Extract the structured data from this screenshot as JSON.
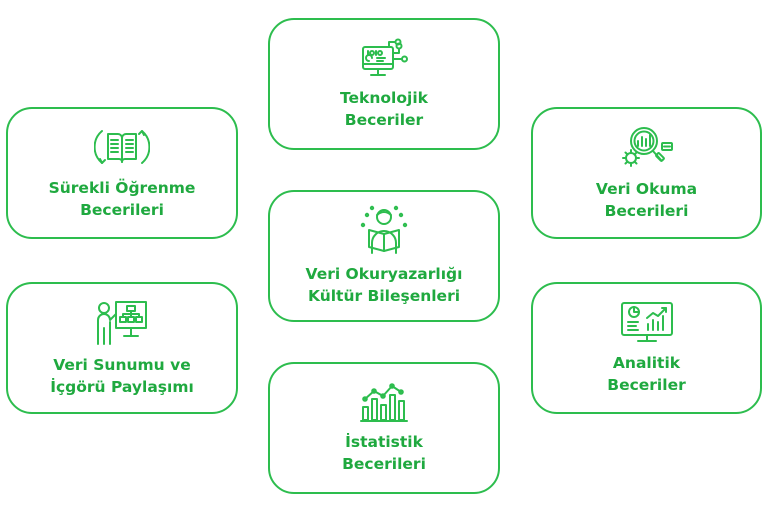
{
  "colors": {
    "accent": "#2dbd4e",
    "text": "#1fa93f"
  },
  "cards": {
    "teknolojik": {
      "icon": "computer-circuit-icon",
      "line1": "Teknolojik",
      "line2": "Beceriler"
    },
    "veri_okuma": {
      "icon": "magnifier-gear-chart-icon",
      "line1": "Veri Okuma",
      "line2": "Becerileri"
    },
    "ogrenme": {
      "icon": "open-book-icon",
      "line1": "Sürekli Öğrenme",
      "line2": "Becerileri"
    },
    "kultur": {
      "icon": "person-reading-icon",
      "line1": "Veri Okuryazarlığı",
      "line2": "Kültür Bileşenleri"
    },
    "sunum": {
      "icon": "presenter-board-icon",
      "line1": "Veri Sunumu ve",
      "line2": "İçgörü Paylaşımı"
    },
    "analitik": {
      "icon": "analytics-monitor-icon",
      "line1": "Analitik",
      "line2": "Beceriler"
    },
    "istatistik": {
      "icon": "bar-line-chart-icon",
      "line1": "İstatistik",
      "line2": "Becerileri"
    }
  }
}
